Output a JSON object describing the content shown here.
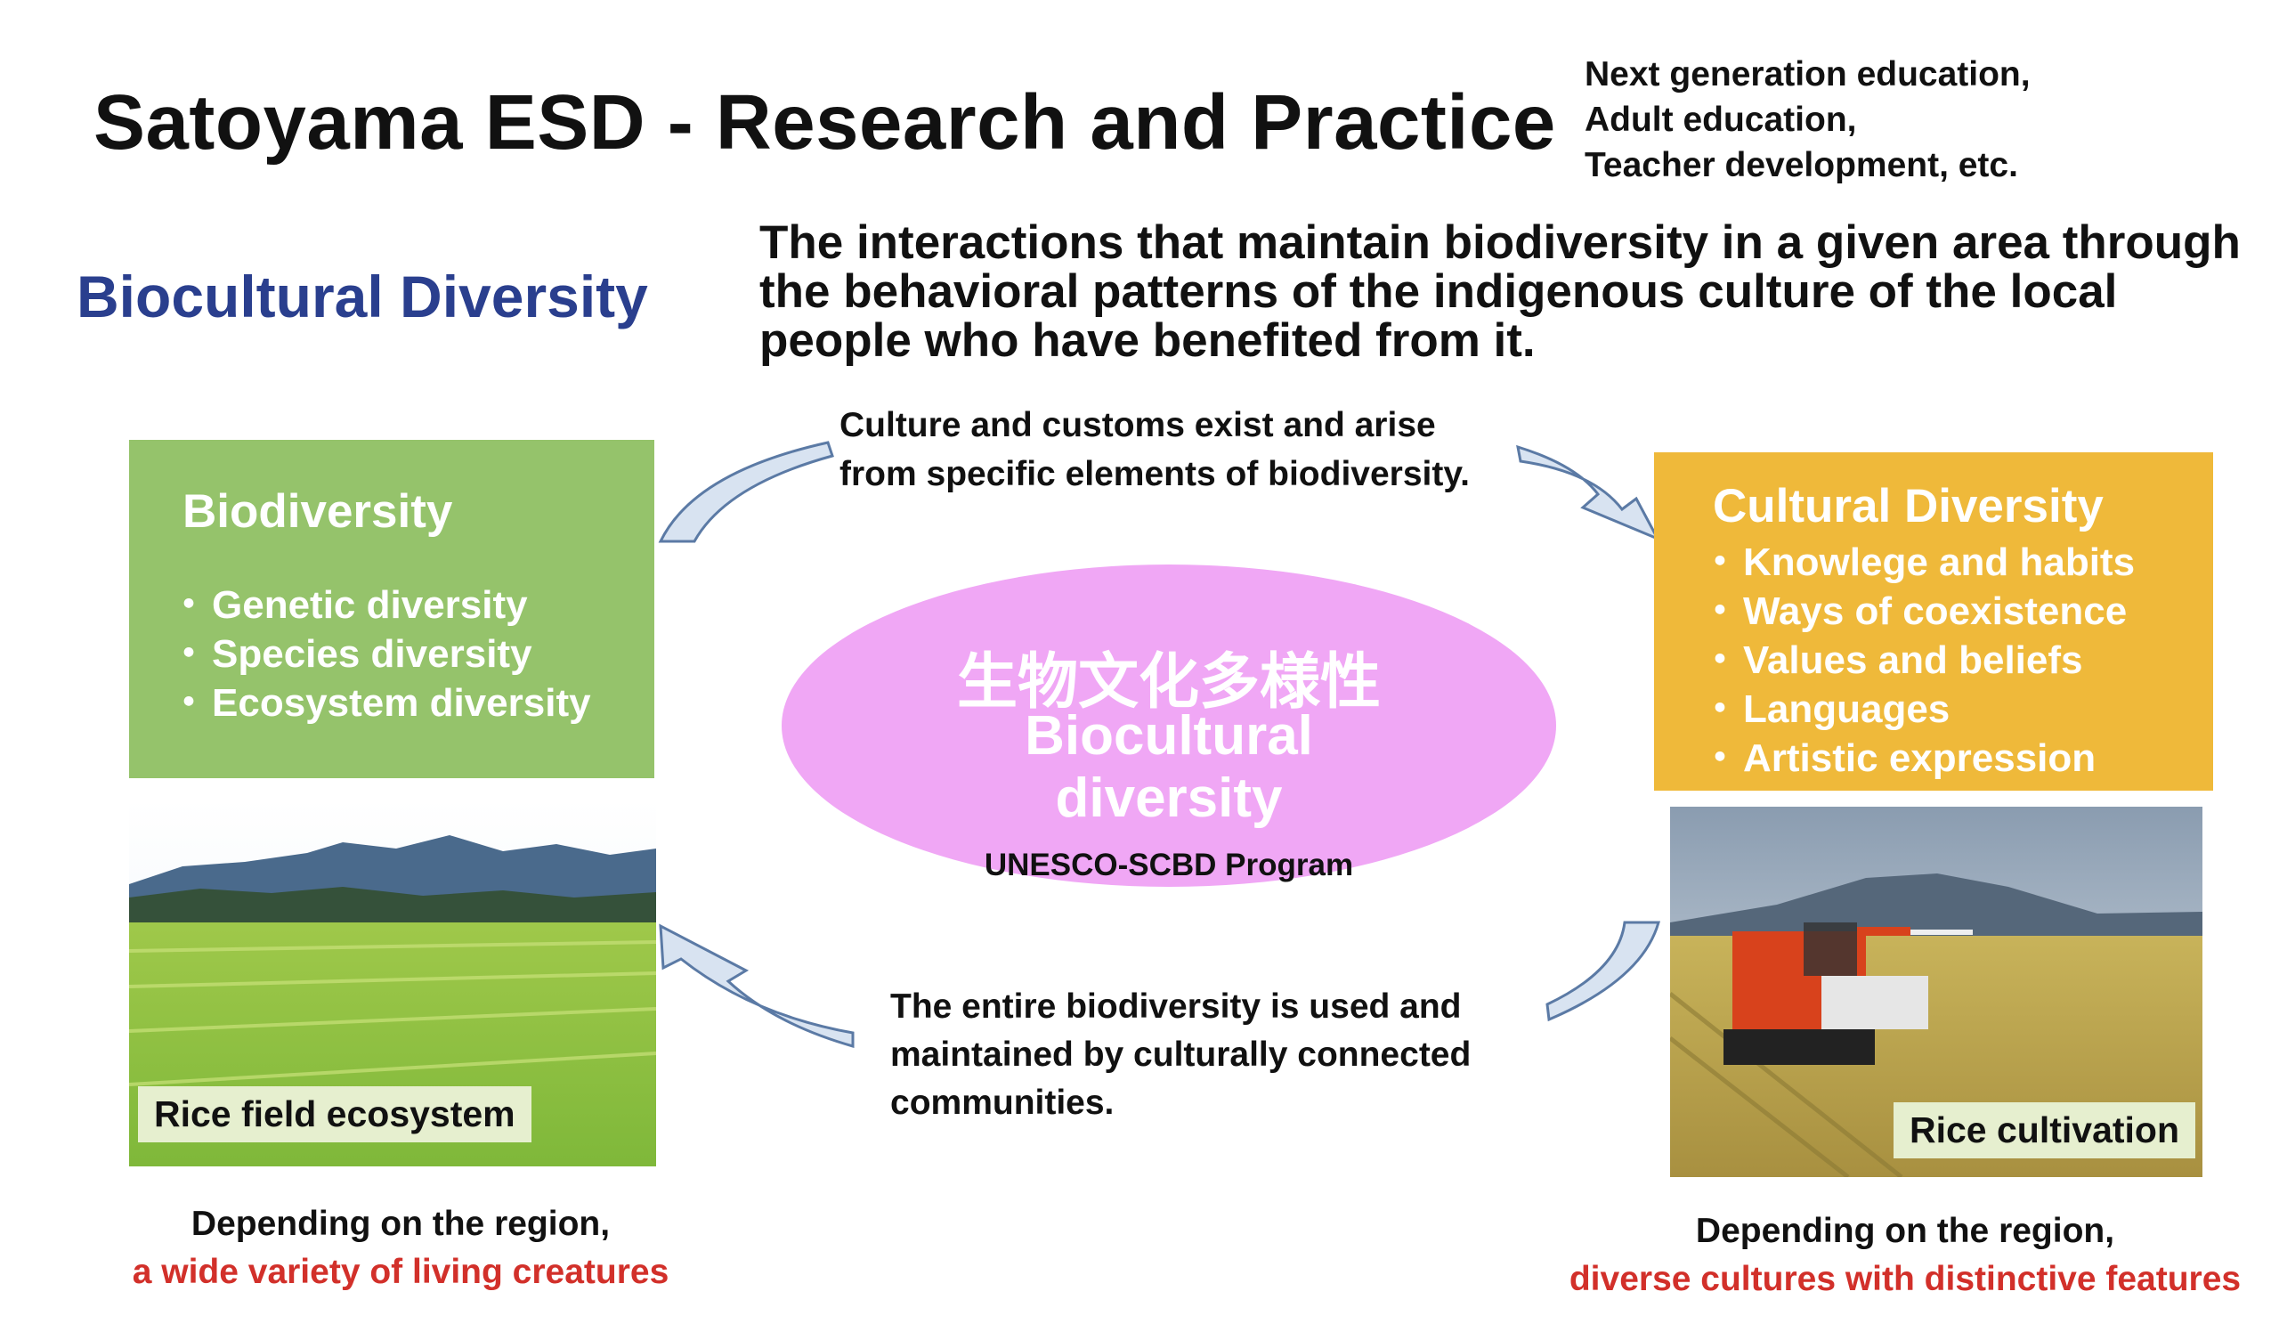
{
  "title": "Satoyama ESD - Research and Practice",
  "audience": [
    "Next generation education,",
    "Adult education,",
    "Teacher development, etc."
  ],
  "section_heading": "Biocultural Diversity",
  "definition": "The interactions that maintain biodiversity in a given area through the behavioral patterns of the indigenous culture of the local people who have benefited from it.",
  "biodiversity_box": {
    "heading": "Biodiversity",
    "items": [
      "Genetic diversity",
      "Species diversity",
      "Ecosystem diversity"
    ]
  },
  "cultural_box": {
    "heading": "Cultural Diversity",
    "items": [
      "Knowlege and habits",
      "Ways of coexistence",
      "Values and beliefs",
      "Languages",
      "Artistic expression"
    ]
  },
  "bullet": "・",
  "center": {
    "japanese": "生物文化多様性",
    "english": "Biocultural diversity",
    "program": "UNESCO-SCBD Program"
  },
  "arrow_top_text": [
    "Culture and customs exist and arise",
    "from specific elements of biodiversity."
  ],
  "arrow_bottom_text": [
    "The entire biodiversity is used and",
    "maintained by culturally connected",
    "communities."
  ],
  "photos": {
    "left_caption": "Rice field ecosystem",
    "right_caption": "Rice cultivation"
  },
  "notes": {
    "left_line1": "Depending on the region,",
    "left_line2": "a wide variety of living creatures",
    "right_line1": "Depending on the region,",
    "right_line2": "diverse cultures with distinctive features"
  },
  "colors": {
    "heading_blue": "#2a3f8e",
    "biodiversity_green": "#95c36b",
    "cultural_orange": "#efb93a",
    "ellipse_pink": "#f0a7f5",
    "arrow_fill": "#d8e3f1",
    "arrow_stroke": "#5b7aa5",
    "highlight_red": "#d2302a"
  }
}
